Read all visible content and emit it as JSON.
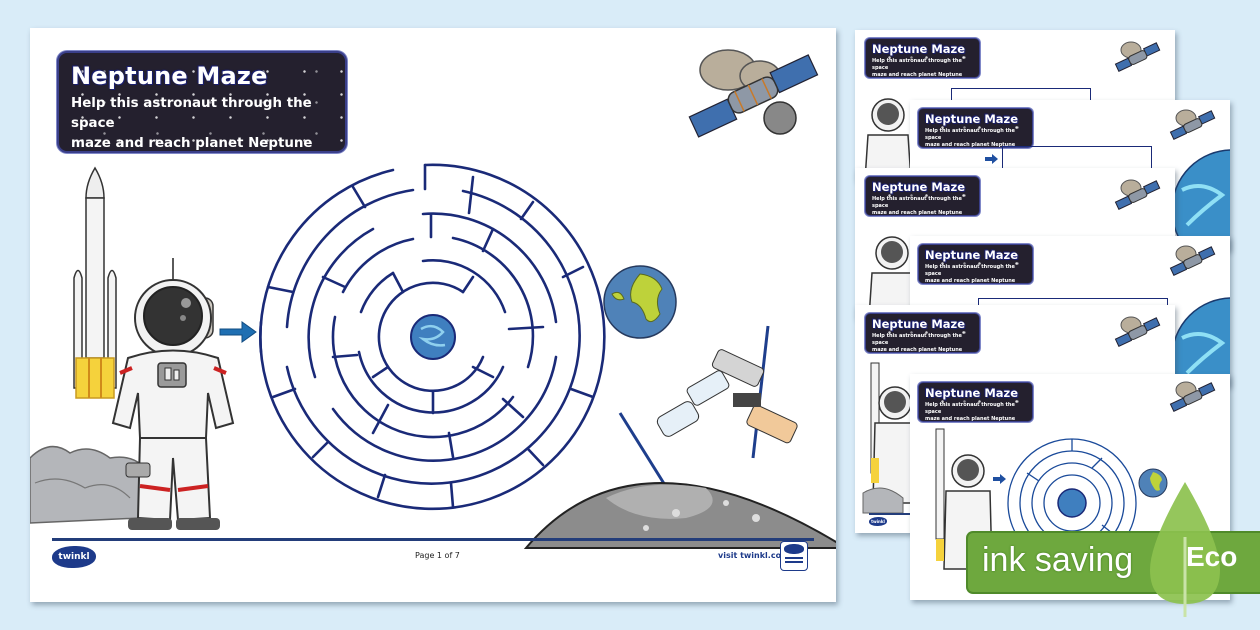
{
  "worksheet": {
    "title": "Neptune Maze",
    "subtitle_line1": "Help this astronaut through the space",
    "subtitle_line2": "maze and reach planet Neptune",
    "footer": {
      "logo": "twinkl",
      "page_label": "Page 1 of 7",
      "visit_text": "visit twinkl.com"
    }
  },
  "thumbnails": [
    {
      "title": "Neptune Maze",
      "subtitle_line1": "Help this astronaut through the space",
      "subtitle_line2": "maze and reach planet Neptune"
    },
    {
      "title": "Neptune Maze",
      "subtitle_line1": "Help this astronaut through the space",
      "subtitle_line2": "maze and reach planet Neptune"
    },
    {
      "title": "Neptune Maze",
      "subtitle_line1": "Help this astronaut through the space",
      "subtitle_line2": "maze and reach planet Neptune"
    },
    {
      "title": "Neptune Maze",
      "subtitle_line1": "Help this astronaut through the space",
      "subtitle_line2": "maze and reach planet Neptune"
    },
    {
      "title": "Neptune Maze",
      "subtitle_line1": "Help this astronaut through the space",
      "subtitle_line2": "maze and reach planet Neptune"
    },
    {
      "title": "Neptune Maze",
      "subtitle_line1": "Help this astronaut through the space",
      "subtitle_line2": "maze and reach planet Neptune"
    }
  ],
  "eco_banner": {
    "label": "ink saving",
    "badge": "Eco"
  },
  "colors": {
    "background": "#d9ecf8",
    "maze_line": "#1a2a78",
    "title_bg": "#24202e",
    "eco_green": "#6ea83e",
    "arrow": "#1f6fb2"
  }
}
